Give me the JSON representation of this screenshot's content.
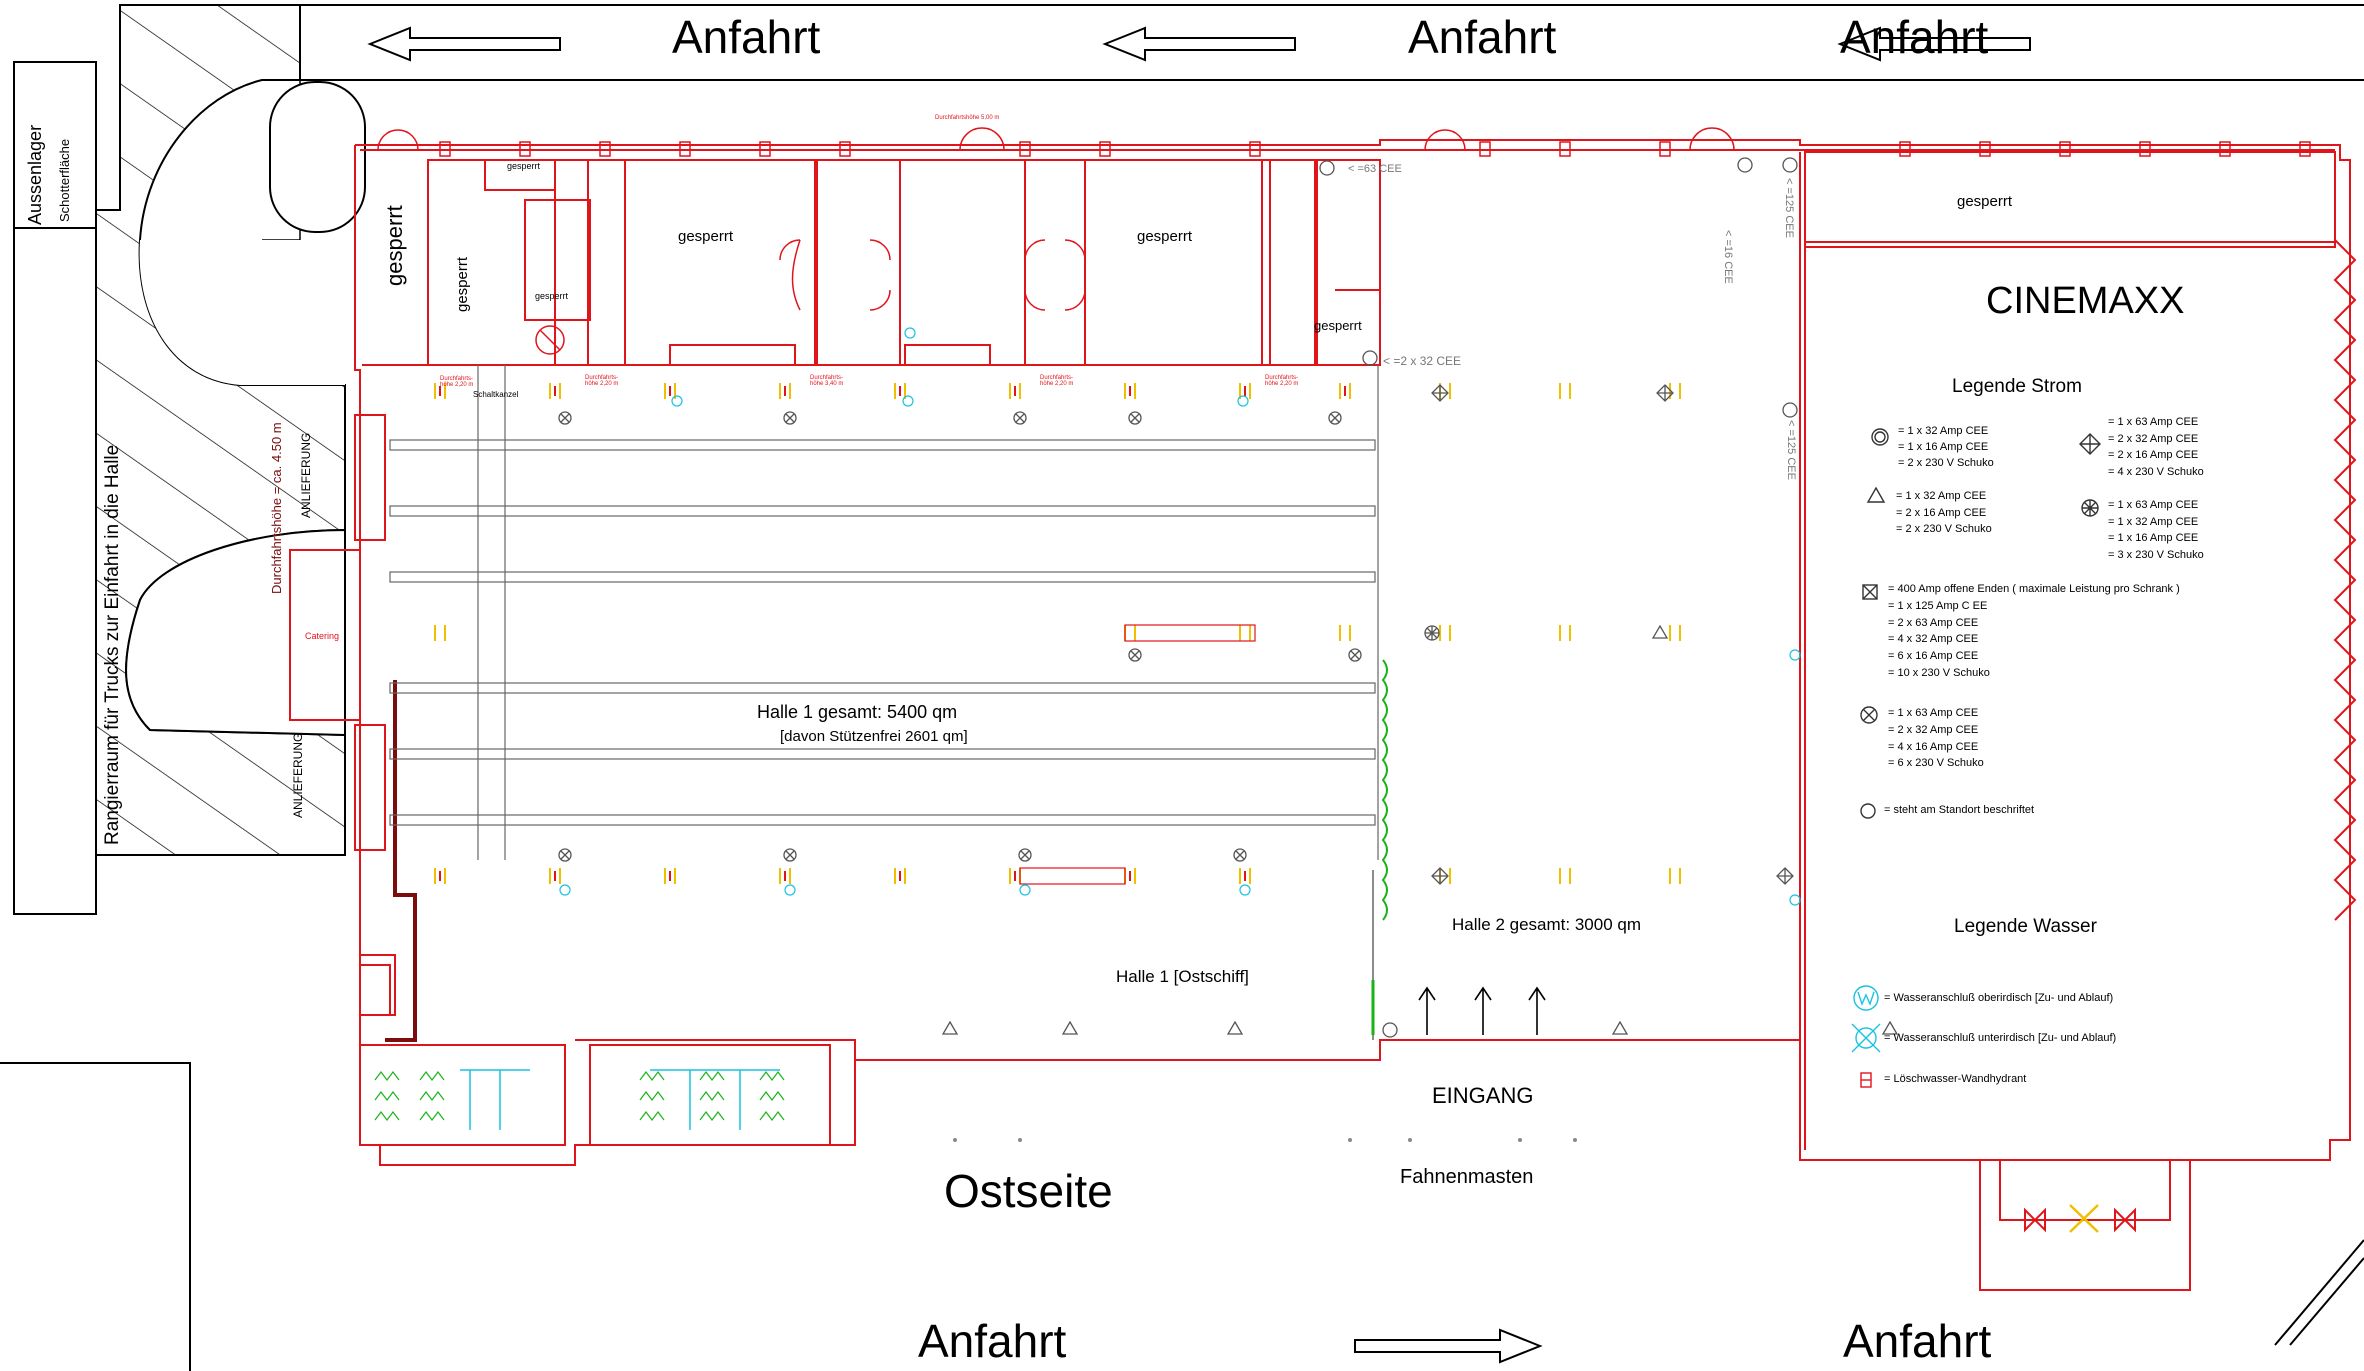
{
  "site": {
    "top_drive_labels": [
      "Anfahrt",
      "Anfahrt",
      "Anfahrt"
    ],
    "bottom_drive_labels": [
      "Anfahrt",
      "Anfahrt"
    ],
    "east_side_label": "Ostseite",
    "flagpoles_label": "Fahnenmasten",
    "entrance_label": "EINGANG",
    "outer_storage_label": "Aussenlager",
    "gravel_label": "Schotterfläche",
    "truck_area_label": "Rangierraum für Trucks zur Einfahrt in die Halle",
    "clearance_label": "Durchfahrtshöhe = ca. 4.50 m",
    "delivery_label_1": "ANLIEFERUNG",
    "delivery_label_2": "ANLIEFERUNG"
  },
  "rooms": {
    "blocked_west": "gesperrt",
    "blocked_west_small": "gesperrt",
    "blocked_a": "gesperrt",
    "blocked_b": "gesperrt",
    "blocked_c": "gesperrt",
    "blocked_tiny_1": "gesperrt",
    "blocked_tiny_2": "gesperrt",
    "blocked_cinemaxx": "gesperrt",
    "switch_room": "Schaltkanzel",
    "catering": "Catering",
    "hall1_total": "Halle 1  gesamt: 5400 qm",
    "hall1_free": "[davon Stützenfrei  2601 qm]",
    "hall1_east": "Halle 1 [Ostschiff]",
    "hall2_total": "Halle 2  gesamt: 3000 qm",
    "cinemaxx": "CINEMAXX"
  },
  "notes": {
    "cee63": "< =63 CEE",
    "cee2x32": "< =2 x 32 CEE",
    "cee16": "< =16 CEE",
    "cee125a": "< =125 CEE",
    "cee125b": "< =125 CEE",
    "passage_top": "Durchfahrtshöhe 5,00 m",
    "passage_1": "Durchfahrts-höhe 2,20 m",
    "passage_2": "Durchfahrts-höhe 3,40 m",
    "passage_3": "Durchfahrts-höhe 2,20 m",
    "passage_4": "Durchfahrts-höhe 2,20 m",
    "passage_5": "Durchfahrts-höhe 2,20 m"
  },
  "legend_power": {
    "title": "Legende Strom",
    "items": [
      {
        "icon": "circle-ring-icon",
        "lines": [
          "= 1 x 32 Amp CEE",
          "= 1 x 16 Amp CEE",
          "= 2 x 230 V Schuko"
        ]
      },
      {
        "icon": "diamond-cross-icon",
        "lines": [
          "= 1 x 63 Amp CEE",
          "= 2 x 32 Amp CEE",
          "= 2 x 16 Amp CEE",
          "= 4 x 230 V Schuko"
        ]
      },
      {
        "icon": "triangle-icon",
        "lines": [
          "= 1 x 32 Amp CEE",
          "= 2 x 16 Amp CEE",
          "= 2 x 230 V Schuko"
        ]
      },
      {
        "icon": "star-circle-icon",
        "lines": [
          "= 1 x 63 Amp CEE",
          "= 1 x 32 Amp CEE",
          "= 1 x 16 Amp CEE",
          "= 3 x 230 V Schuko"
        ]
      },
      {
        "icon": "box-x-icon",
        "lines": [
          "= 400 Amp offene Enden ( maximale Leistung pro Schrank )",
          "= 1 x 125 Amp C EE",
          "= 2 x 63 Amp CEE",
          "= 4 x 32 Amp CEE",
          "= 6 x 16 Amp CEE",
          "= 10 x 230 V Schuko"
        ]
      },
      {
        "icon": "circle-x-icon",
        "lines": [
          "= 1 x 63 Amp CEE",
          "= 2 x 32 Amp CEE",
          "= 4 x 16 Amp CEE",
          "= 6 x 230 V Schuko"
        ]
      },
      {
        "icon": "circle-icon",
        "lines": [
          "= steht am Standort beschriftet"
        ]
      }
    ]
  },
  "legend_water": {
    "title": "Legende Wasser",
    "items": [
      {
        "icon": "water-w-icon",
        "lines": [
          "= Wasseranschluß oberirdisch [Zu- und Ablauf)"
        ]
      },
      {
        "icon": "water-x-icon",
        "lines": [
          "= Wasseranschluß unterirdisch [Zu- und Ablauf)"
        ]
      },
      {
        "icon": "hydrant-icon",
        "lines": [
          "= Löschwasser-Wandhydrant"
        ]
      }
    ]
  },
  "colors": {
    "wall": "#e0141b",
    "dark_wall": "#7a0d0d",
    "line": "#000000",
    "water": "#19c3e0",
    "green": "#19b319",
    "yellow": "#f0c000",
    "grey": "#8a8a8a"
  }
}
